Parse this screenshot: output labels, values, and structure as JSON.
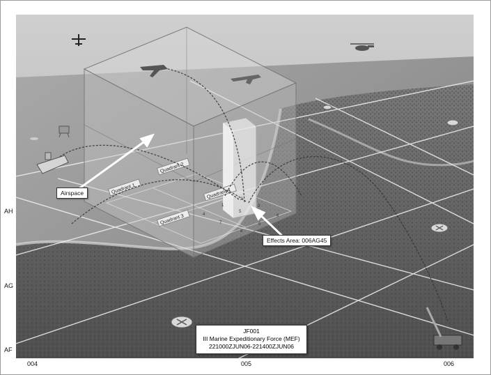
{
  "grid_rows": [
    "AH",
    "AG",
    "AF"
  ],
  "grid_cols": [
    "004",
    "005",
    "006"
  ],
  "callouts": {
    "airspace": "Airspace",
    "effects_area": "Effects Area: 006AG45"
  },
  "quadrants": [
    "Quadrant 1",
    "Quadrant 2",
    "Quadrant 3",
    "Quadrant 4"
  ],
  "keypad_numbers": [
    "1",
    "2",
    "3",
    "4",
    "5",
    "6",
    "7",
    "8",
    "9"
  ],
  "force_box": {
    "id": "JF001",
    "unit": "III Marine Expeditionary Force (MEF)",
    "time": "221000ZJUN06-221400ZJUN06"
  },
  "icons": [
    "aircraft-icon",
    "helicopter-icon",
    "ship-icon",
    "oil-rig-icon",
    "target-marker-icon",
    "artillery-icon"
  ]
}
